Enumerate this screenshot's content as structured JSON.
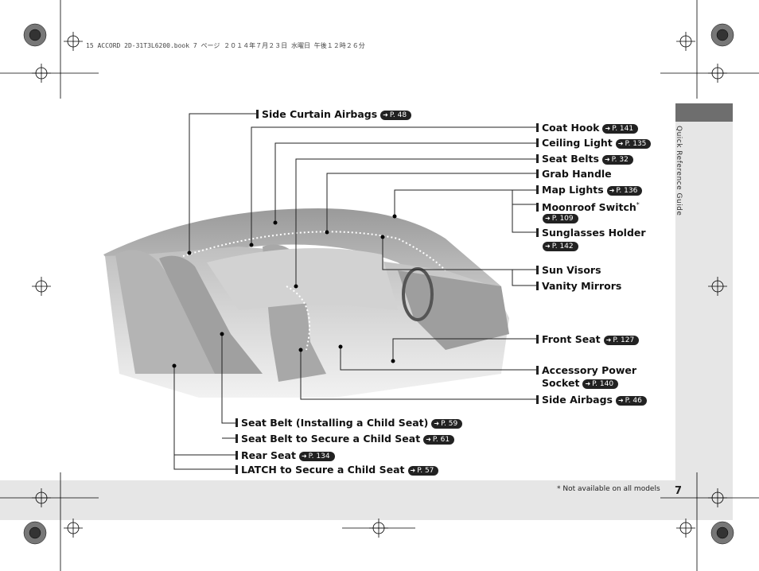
{
  "header": {
    "file_info": "15 ACCORD 2D-31T3L6200.book  7 ページ  ２０１４年７月２３日  水曜日  午後１２時２６分"
  },
  "side_tab": {
    "label": "Quick Reference Guide"
  },
  "page_number": "7",
  "footnote": "* Not available on all models",
  "labels": {
    "side_curtain_airbags": {
      "text": "Side Curtain Airbags",
      "ref": "P. 48"
    },
    "coat_hook": {
      "text": "Coat Hook",
      "ref": "P. 141"
    },
    "ceiling_light": {
      "text": "Ceiling Light",
      "ref": "P. 135"
    },
    "seat_belts": {
      "text": "Seat Belts",
      "ref": "P. 32"
    },
    "grab_handle": {
      "text": "Grab Handle"
    },
    "map_lights": {
      "text": "Map Lights",
      "ref": "P. 136"
    },
    "moonroof_switch": {
      "text": "Moonroof Switch",
      "asterisk": "*",
      "ref": "P. 109"
    },
    "sunglasses_holder": {
      "text": "Sunglasses Holder",
      "ref": "P. 142"
    },
    "sun_visors": {
      "text": "Sun Visors"
    },
    "vanity_mirrors": {
      "text": "Vanity Mirrors"
    },
    "front_seat": {
      "text": "Front Seat",
      "ref": "P. 127"
    },
    "accessory_power_socket": {
      "line1": "Accessory Power",
      "line2": "Socket",
      "ref": "P. 140"
    },
    "side_airbags": {
      "text": "Side Airbags",
      "ref": "P. 46"
    },
    "seat_belt_child": {
      "text": "Seat Belt (Installing a Child Seat)",
      "ref": "P. 59"
    },
    "seat_belt_secure": {
      "text": "Seat Belt to Secure a Child Seat",
      "ref": "P. 61"
    },
    "rear_seat": {
      "text": "Rear Seat",
      "ref": "P. 134"
    },
    "latch": {
      "text": "LATCH to Secure a Child Seat",
      "ref": "P. 57"
    }
  },
  "icons": [
    "arrow-ref-icon",
    "registration-mark-icon",
    "color-wheel-icon"
  ]
}
